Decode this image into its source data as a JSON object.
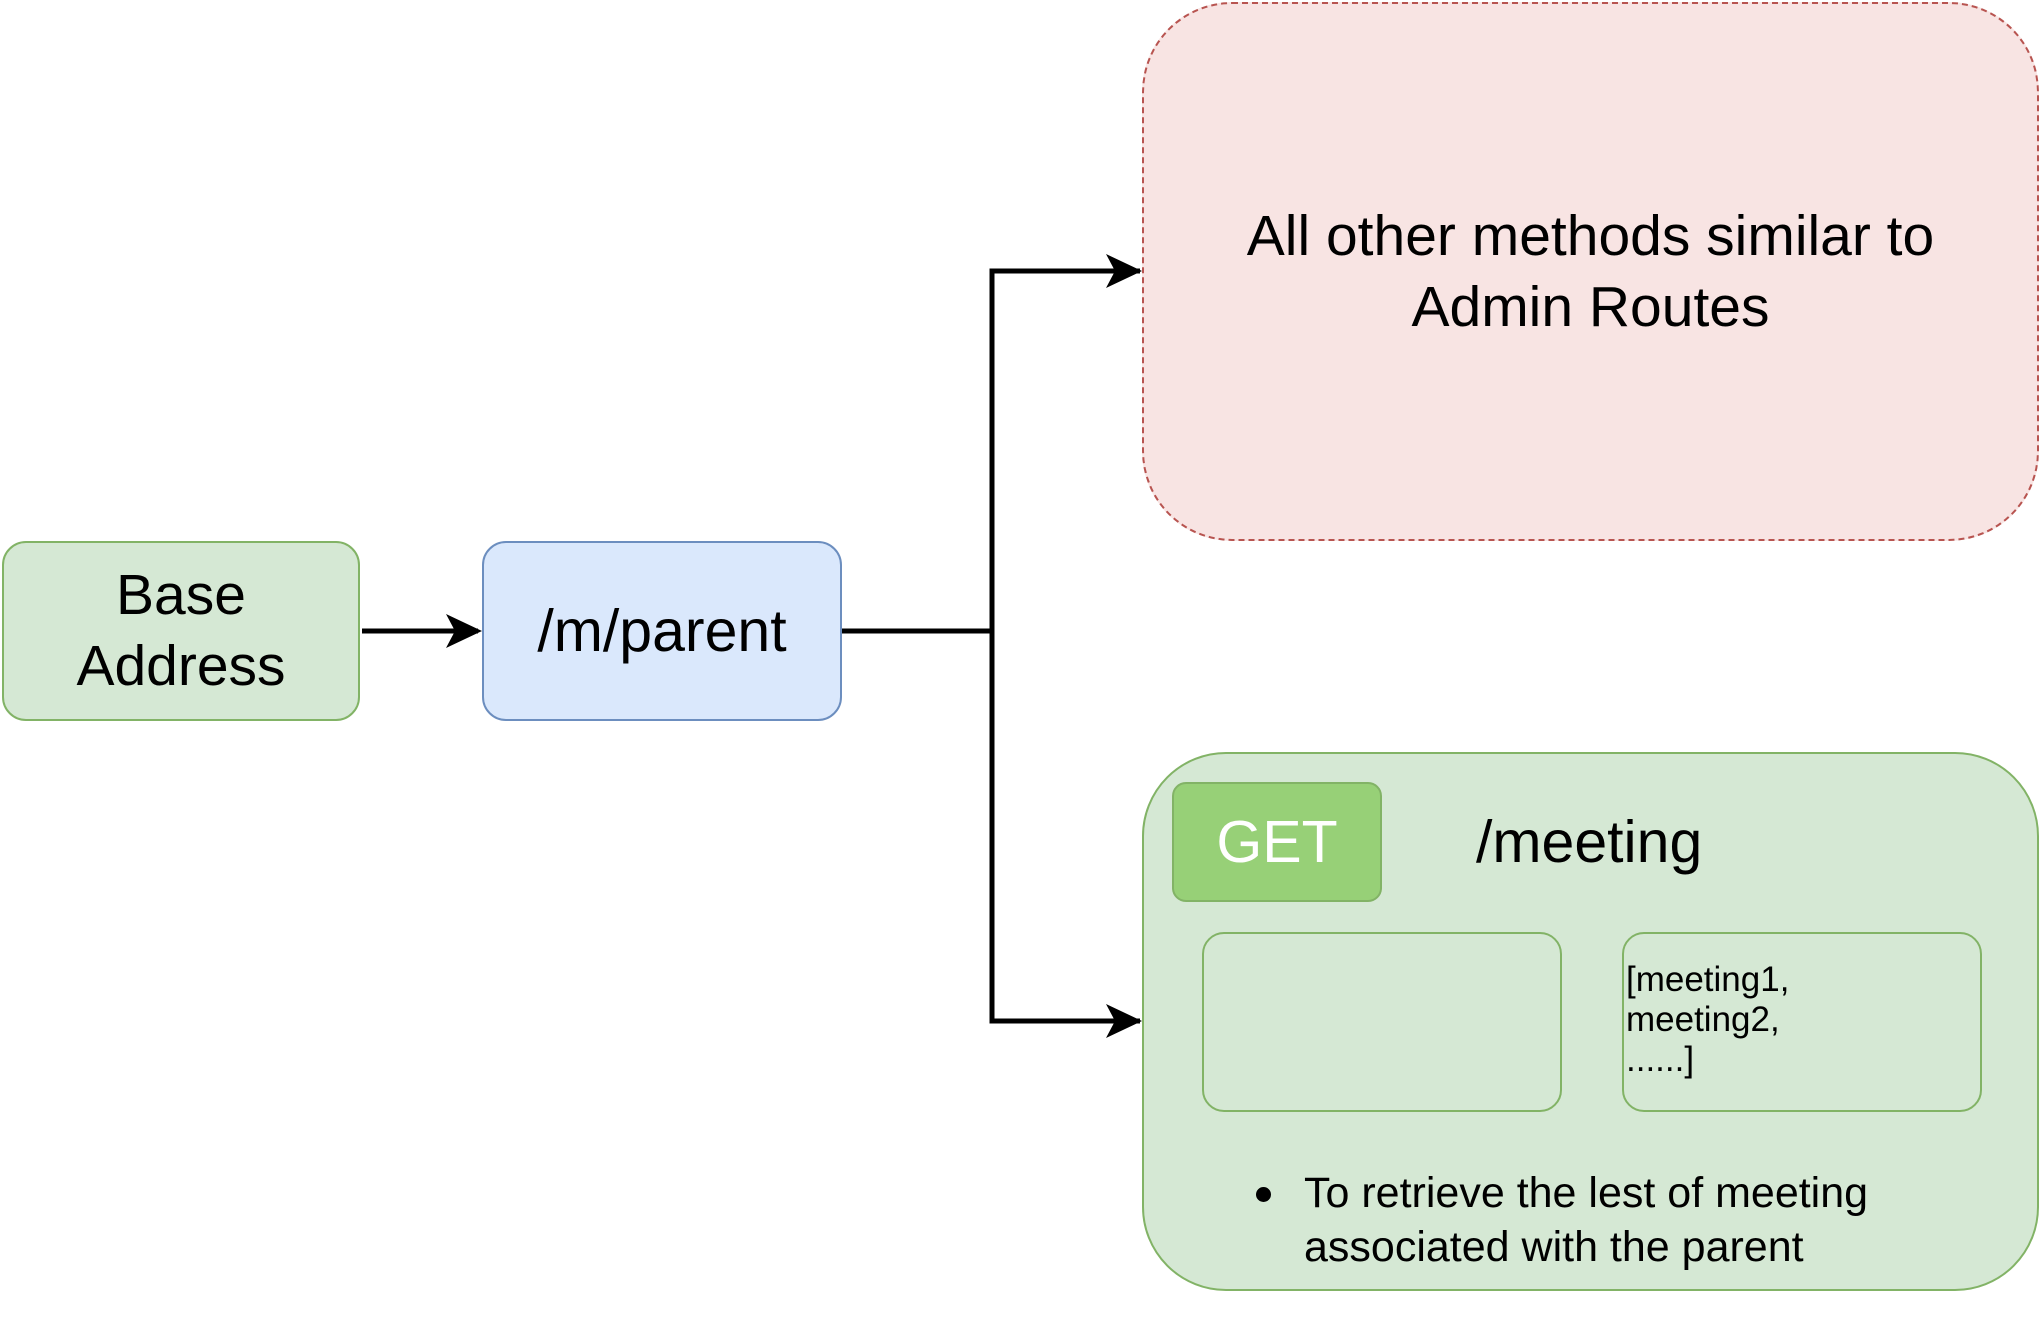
{
  "nodes": {
    "base_address": {
      "line1": "Base",
      "line2": "Address"
    },
    "parent_route": "/m/parent",
    "other_methods": {
      "line1": "All other methods similar to",
      "line2": "Admin Routes"
    },
    "meeting_endpoint": {
      "method": "GET",
      "path": "/meeting",
      "response_lines": [
        "[meeting1,",
        "meeting2,",
        "......]"
      ],
      "description": "To retrieve the lest of meeting associated with the parent"
    }
  },
  "edges": [
    {
      "from": "Base Address",
      "to": "/m/parent"
    },
    {
      "from": "/m/parent",
      "to": "All other methods similar to Admin Routes"
    },
    {
      "from": "/m/parent",
      "to": "/meeting"
    }
  ],
  "colors": {
    "green_fill": "#d5e8d4",
    "green_stroke": "#82b366",
    "blue_fill": "#dae8fc",
    "blue_stroke": "#6c8ebf",
    "red_fill": "#f8e4e3",
    "red_stroke": "#b85450",
    "get_badge_fill": "#97d077",
    "connector": "#000000"
  }
}
